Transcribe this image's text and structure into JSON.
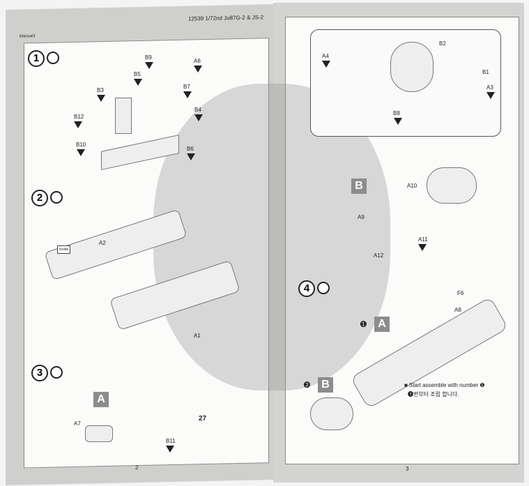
{
  "left_page": {
    "header": "12539 1/72nd Ju87G-2 & JS-2",
    "manual_label": "Manual1",
    "page_number": "2",
    "steps": [
      {
        "number": "1"
      },
      {
        "number": "2"
      },
      {
        "number": "3"
      }
    ],
    "parts": [
      "B9",
      "A6",
      "B5",
      "B7",
      "B3",
      "B4",
      "B12",
      "B10",
      "B6",
      "A2",
      "A1",
      "A7",
      "B11"
    ],
    "inside_label": "Inside",
    "subassembly": "A",
    "decal_number": "27"
  },
  "right_page": {
    "page_number": "3",
    "steps": [
      {
        "number": "4"
      }
    ],
    "parts": [
      "A4",
      "B2",
      "B1",
      "A3",
      "B8",
      "A10",
      "A9",
      "A11",
      "A12",
      "F6",
      "A8"
    ],
    "subassembly_b": "B",
    "seq_1": "❶",
    "seq_1_box": "A",
    "seq_2": "❷",
    "seq_2_box": "B",
    "note_en": "■ Start assemble with number ❶",
    "note_ko": "❶번부터 조립 합니다."
  }
}
